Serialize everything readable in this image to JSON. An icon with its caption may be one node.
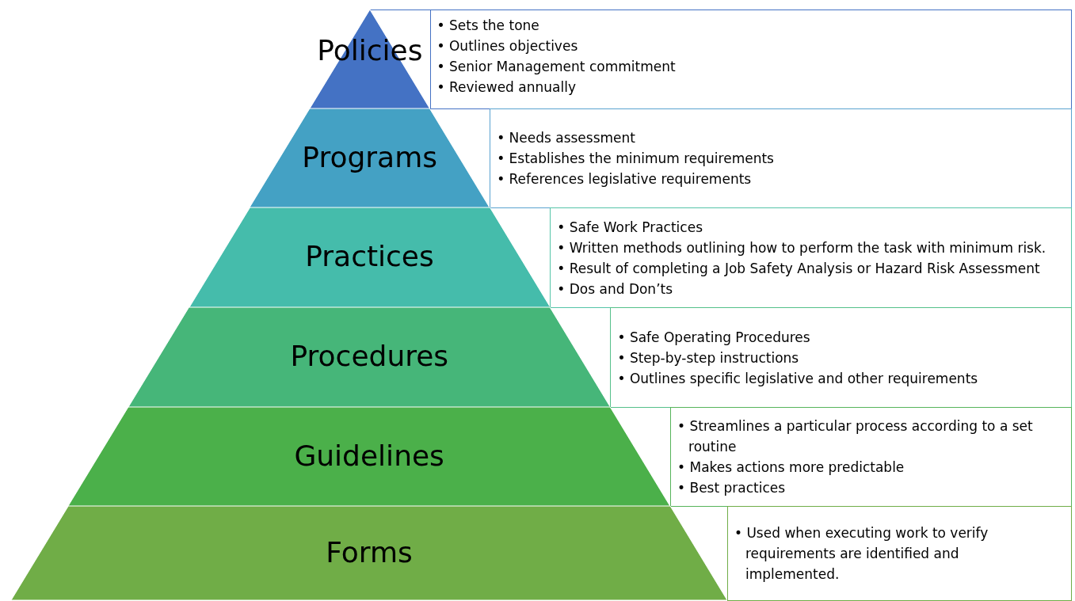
{
  "diagram": {
    "nodes": [
      {
        "text": [
          "Policies"
        ]
      },
      {
        "text": [
          "• Sets the tone",
          "• Outlines objectives",
          "• Senior Management commitment",
          "• Reviewed annually"
        ]
      },
      {
        "text": [
          "Programs"
        ]
      },
      {
        "text": [
          "• Needs assessment",
          "• Establishes the minimum requirements",
          "• References legislative requirements"
        ]
      },
      {
        "text": [
          "Practices"
        ]
      },
      {
        "text": [
          "• Safe Work Practices",
          "• Written methods outlining how to perform the task with minimum risk.",
          "• Result of completing a Job Safety Analysis or Hazard Risk Assessment",
          "• Dos and Don’ts"
        ]
      },
      {
        "text": [
          "Procedures"
        ]
      },
      {
        "text": [
          "• Safe Operating Procedures",
          "• Step-by-step instructions",
          "• Outlines specific legislative and other requirements"
        ]
      },
      {
        "text": [
          "Guidelines"
        ]
      },
      {
        "text": [
          "• Streamlines a particular process according to a set routine",
          "• Makes actions more predictable",
          "• Best practices"
        ]
      },
      {
        "text": [
          "Forms"
        ]
      },
      {
        "text": [
          "• Used when executing work to verify requirements are identified and implemented."
        ]
      }
    ]
  }
}
